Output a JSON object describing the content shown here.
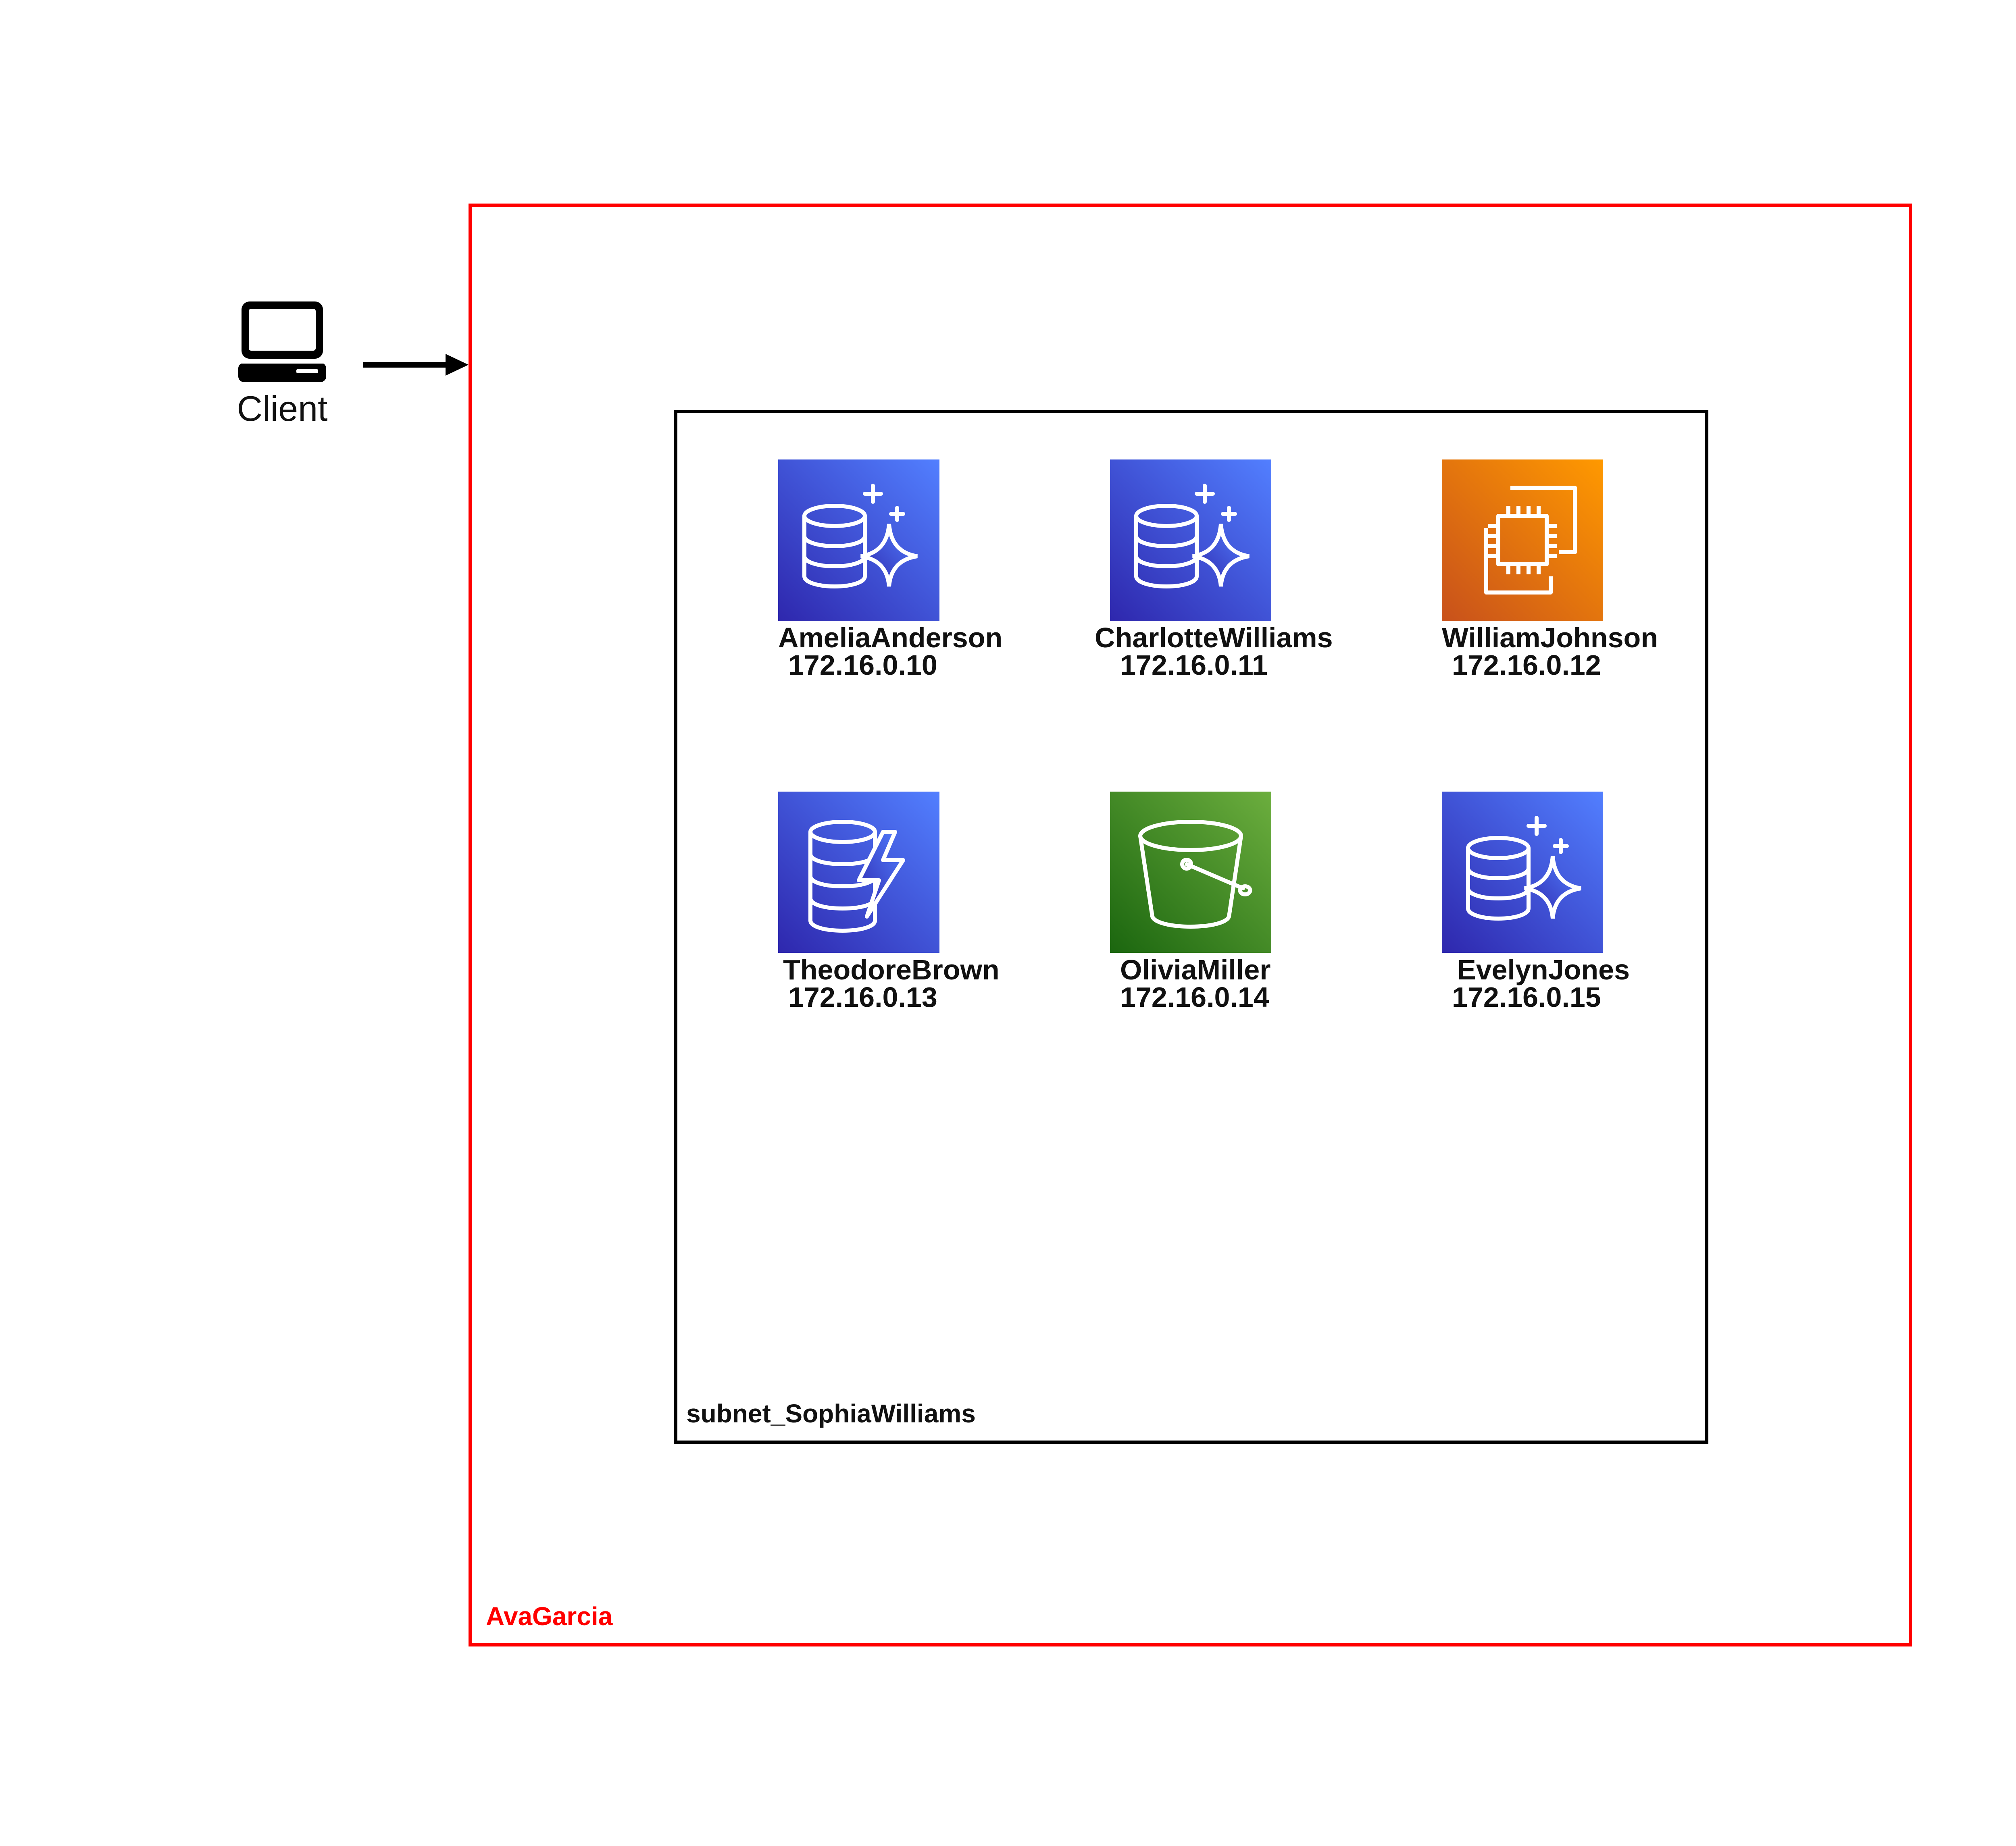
{
  "client": {
    "label": "Client",
    "icon": "laptop-icon"
  },
  "vpc": {
    "label": "AvaGarcia",
    "color": "#ff0000"
  },
  "subnet": {
    "label": "subnet_SophiaWilliams",
    "color": "#000000"
  },
  "nodes": [
    {
      "name": "AmeliaAnderson",
      "ip": "172.16.0.10",
      "icon": "aurora-database-icon",
      "colors": [
        "#2e27ad",
        "#527fff"
      ]
    },
    {
      "name": "CharlotteWilliams",
      "ip": "172.16.0.11",
      "icon": "aurora-database-icon",
      "colors": [
        "#2e27ad",
        "#527fff"
      ]
    },
    {
      "name": "WilliamJohnson",
      "ip": "172.16.0.12",
      "icon": "ec2-instance-icon",
      "colors": [
        "#c8511b",
        "#ff9900"
      ]
    },
    {
      "name": "TheodoreBrown",
      "ip": "172.16.0.13",
      "icon": "dynamodb-icon",
      "colors": [
        "#2e27ad",
        "#527fff"
      ]
    },
    {
      "name": "OliviaMiller",
      "ip": "172.16.0.14",
      "icon": "s3-bucket-icon",
      "colors": [
        "#1b660f",
        "#6cae3e"
      ]
    },
    {
      "name": "EvelynJones",
      "ip": "172.16.0.15",
      "icon": "aurora-database-icon",
      "colors": [
        "#2e27ad",
        "#527fff"
      ]
    }
  ]
}
